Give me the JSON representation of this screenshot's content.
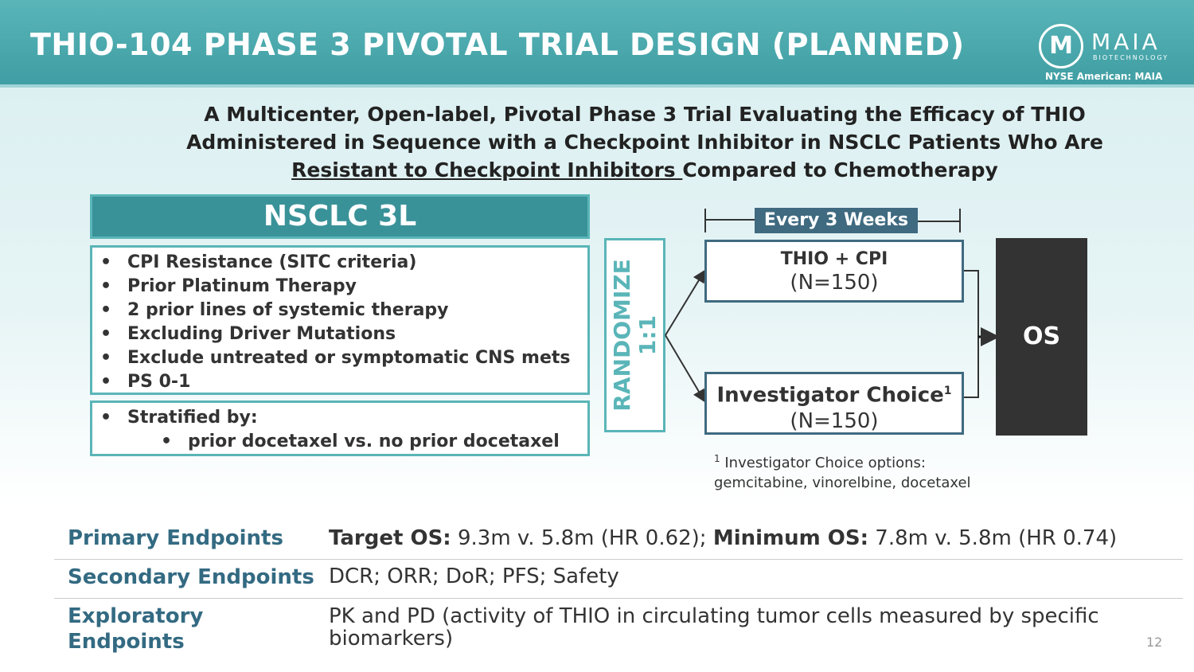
{
  "header": {
    "title": "THIO-104 PHASE 3 PIVOTAL TRIAL DESIGN (PLANNED)",
    "logo_name": "MAIA",
    "logo_sub": "BIOTECHNOLOGY",
    "exchange": "NYSE American: MAIA"
  },
  "subtitle": {
    "line1": "A Multicenter, Open-label, Pivotal Phase 3 Trial Evaluating the Efficacy of THIO",
    "line2": "Administered in Sequence with a Checkpoint Inhibitor in NSCLC Patients Who Are",
    "line3_underlined": "Resistant to Checkpoint Inhibitors ",
    "line3_rest": "Compared to Chemotherapy"
  },
  "population": {
    "title": "NSCLC 3L",
    "criteria": [
      "CPI Resistance (SITC criteria)",
      "Prior Platinum Therapy",
      "2 prior lines of systemic therapy",
      "Excluding Driver Mutations",
      "Exclude untreated or symptomatic CNS mets",
      "PS 0-1"
    ],
    "stratified_label": "Stratified by:",
    "stratified_item": "prior docetaxel vs. no prior docetaxel"
  },
  "design": {
    "randomize": "RANDOMIZE",
    "ratio": "1:1",
    "schedule": "Every 3 Weeks",
    "arm1_name": "THIO + CPI",
    "arm1_n": "(N=150)",
    "arm2_name": "Investigator Choice",
    "arm2_sup": "1",
    "arm2_n": "(N=150)",
    "outcome": "OS",
    "footnote_mark": "1",
    "footnote_line1": "Investigator Choice options:",
    "footnote_line2": "gemcitabine, vinorelbine, docetaxel"
  },
  "endpoints": [
    {
      "label": "Primary Endpoints",
      "b1": "Target OS:",
      "t1": " 9.3m v. 5.8m (HR 0.62); ",
      "b2": "Minimum OS:",
      "t2": " 7.8m v. 5.8m (HR 0.74)"
    },
    {
      "label": "Secondary Endpoints",
      "value": "DCR; ORR; DoR; PFS; Safety"
    },
    {
      "label1": "Exploratory",
      "label2": "Endpoints",
      "value": "PK and PD (activity of THIO in circulating tumor cells measured by specific biomarkers)"
    }
  ],
  "page_number": "12",
  "colors": {
    "teal": "#3f9ea3",
    "teal_light": "#5ab5b8",
    "navy": "#3f6a80",
    "dark": "#333333"
  }
}
